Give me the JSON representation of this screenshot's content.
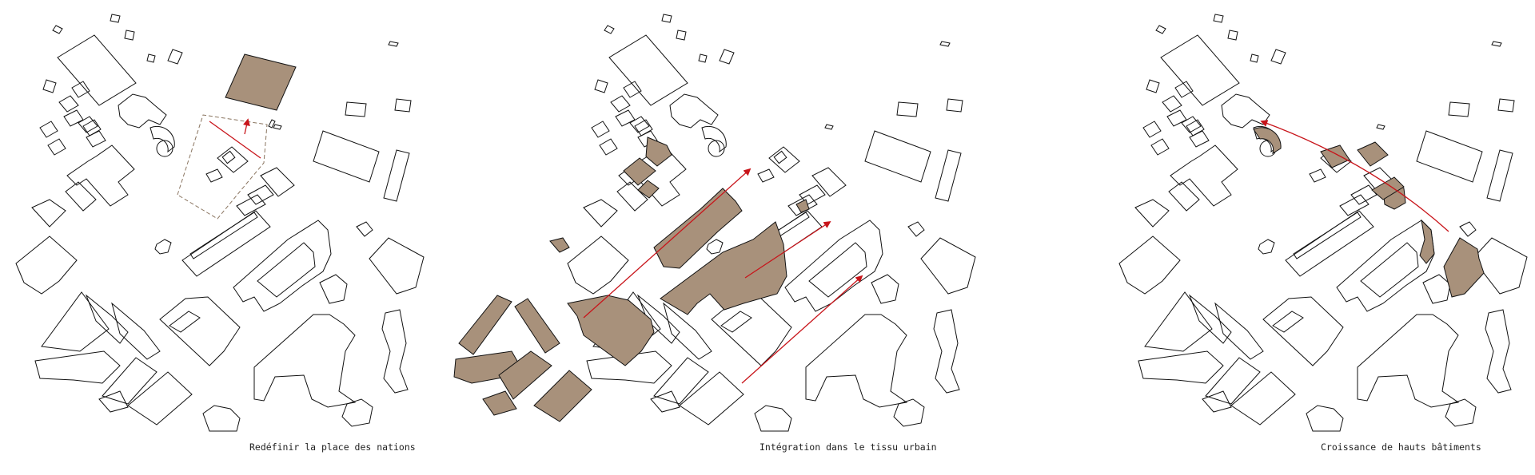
{
  "panels": [
    {
      "id": "panel-1",
      "caption": "Redéfinir la place des nations"
    },
    {
      "id": "panel-2",
      "caption": "Intégration dans le tissu urbain"
    },
    {
      "id": "panel-3",
      "caption": "Croissance de hauts bâtiments"
    }
  ],
  "colors": {
    "building_outline": "#111111",
    "highlight_fill": "#a8917b",
    "arrow": "#c8141a",
    "dashed_boundary": "#8a7560"
  }
}
